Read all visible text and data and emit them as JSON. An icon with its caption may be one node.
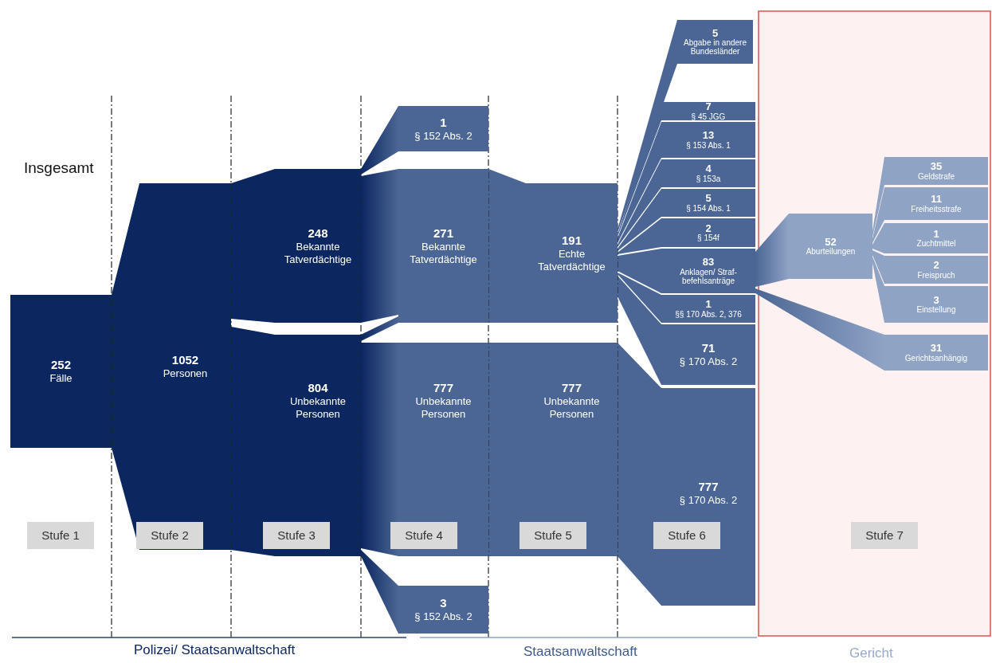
{
  "diagram": {
    "nodes": [
      {
        "text": [
          "252",
          "Fälle"
        ]
      },
      {
        "text": [
          "1052",
          "Personen"
        ]
      },
      {
        "text": [
          "248",
          "Bekannte Tatverdächtige"
        ]
      },
      {
        "text": [
          "804",
          "Unbekannte Personen"
        ]
      },
      {
        "text": [
          "1",
          "§ 152 Abs. 2"
        ]
      },
      {
        "text": [
          "271",
          "Bekannte Tatverdächtige"
        ]
      },
      {
        "text": [
          "777",
          "Unbekannte Personen"
        ]
      },
      {
        "text": [
          "3",
          "§ 152 Abs. 2"
        ]
      },
      {
        "text": [
          "191",
          "Echte Tatverdächtige"
        ]
      },
      {
        "text": [
          "777",
          "Unbekannte Personen"
        ]
      },
      {
        "text": [
          "5",
          "Abgabe in andere Bundesländer"
        ]
      },
      {
        "text": [
          "7",
          "§ 45 JGG"
        ]
      },
      {
        "text": [
          "13",
          "§ 153 Abs. 1"
        ]
      },
      {
        "text": [
          "4",
          "§ 153a"
        ]
      },
      {
        "text": [
          "5",
          "§ 154 Abs. 1"
        ]
      },
      {
        "text": [
          "2",
          "§ 154f"
        ]
      },
      {
        "text": [
          "83",
          "Anklagen/ Straf-befehlsanträge"
        ]
      },
      {
        "text": [
          "1",
          "§§ 170 Abs. 2, 376"
        ]
      },
      {
        "text": [
          "71",
          "§ 170 Abs. 2"
        ]
      },
      {
        "text": [
          "777",
          "§ 170 Abs. 2"
        ]
      },
      {
        "text": [
          "52",
          "Aburteilungen"
        ]
      },
      {
        "text": [
          "35",
          "Geldstrafe"
        ]
      },
      {
        "text": [
          "11",
          "Freiheitsstrafe"
        ]
      },
      {
        "text": [
          "1",
          "Zuchtmittel"
        ]
      },
      {
        "text": [
          "2",
          "Freispruch"
        ]
      },
      {
        "text": [
          "3",
          "Einstellung"
        ]
      },
      {
        "text": [
          "31",
          "Gerichtsanhängig"
        ]
      }
    ],
    "edges": [
      {
        "from": 0,
        "to": 1,
        "arrow": "none"
      },
      {
        "from": 1,
        "to": 2,
        "arrow": "none"
      },
      {
        "from": 1,
        "to": 3,
        "arrow": "none"
      },
      {
        "from": 2,
        "to": 4,
        "arrow": "none"
      },
      {
        "from": 2,
        "to": 5,
        "arrow": "none"
      },
      {
        "from": 3,
        "to": 5,
        "arrow": "none"
      },
      {
        "from": 3,
        "to": 6,
        "arrow": "none"
      },
      {
        "from": 3,
        "to": 7,
        "arrow": "none"
      },
      {
        "from": 5,
        "to": 8,
        "arrow": "none"
      },
      {
        "from": 6,
        "to": 9,
        "arrow": "none"
      },
      {
        "from": 8,
        "to": 10,
        "arrow": "none"
      },
      {
        "from": 8,
        "to": 11,
        "arrow": "none"
      },
      {
        "from": 8,
        "to": 12,
        "arrow": "none"
      },
      {
        "from": 8,
        "to": 13,
        "arrow": "none"
      },
      {
        "from": 8,
        "to": 14,
        "arrow": "none"
      },
      {
        "from": 8,
        "to": 15,
        "arrow": "none"
      },
      {
        "from": 8,
        "to": 16,
        "arrow": "none"
      },
      {
        "from": 8,
        "to": 17,
        "arrow": "none"
      },
      {
        "from": 8,
        "to": 18,
        "arrow": "none"
      },
      {
        "from": 9,
        "to": 19,
        "arrow": "none"
      },
      {
        "from": 16,
        "to": 20,
        "arrow": "none"
      },
      {
        "from": 16,
        "to": 26,
        "arrow": "none"
      },
      {
        "from": 20,
        "to": 21,
        "arrow": "none"
      },
      {
        "from": 20,
        "to": 22,
        "arrow": "none"
      },
      {
        "from": 20,
        "to": 23,
        "arrow": "none"
      },
      {
        "from": 20,
        "to": 24,
        "arrow": "none"
      },
      {
        "from": 20,
        "to": 25,
        "arrow": "none"
      }
    ],
    "labels": [
      "Insgesamt",
      "Stufe 1",
      "Stufe 2",
      "Stufe 3",
      "Stufe 4",
      "Stufe 5",
      "Stufe 6",
      "Stufe 7",
      "Polizei/ Staatsanwaltschaft",
      "Staatsanwaltschaft",
      "Gericht"
    ]
  }
}
